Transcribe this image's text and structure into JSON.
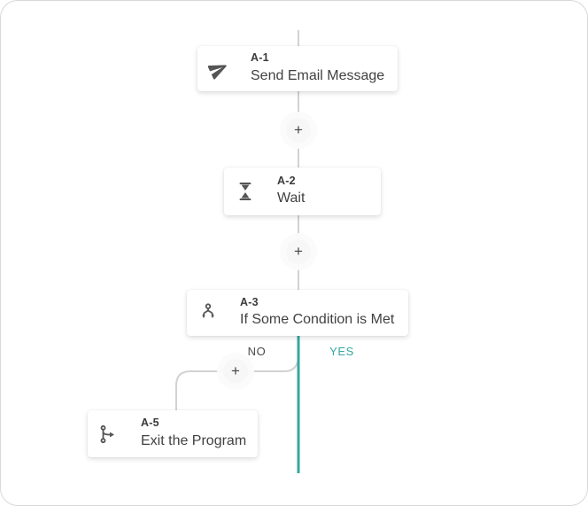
{
  "workflow": {
    "nodes": [
      {
        "id": "A-1",
        "label": "Send Email Message",
        "icon": "send-icon"
      },
      {
        "id": "A-2",
        "label": "Wait",
        "icon": "hourglass-icon"
      },
      {
        "id": "A-3",
        "label": "If Some Condition is Met",
        "icon": "branch-split-icon"
      },
      {
        "id": "A-5",
        "label": "Exit the Program",
        "icon": "exit-icon"
      }
    ],
    "branches": {
      "no_label": "NO",
      "yes_label": "YES"
    },
    "add_step_label": "+",
    "colors": {
      "yes_branch": "#35a7a2",
      "connector": "#d2d2d2",
      "icon": "#555555"
    }
  }
}
